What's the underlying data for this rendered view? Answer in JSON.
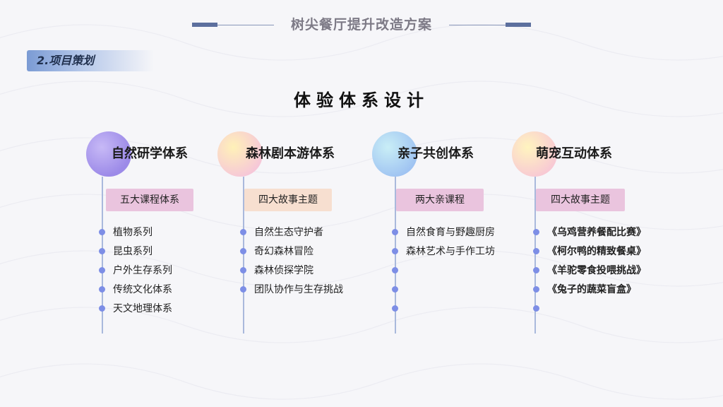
{
  "header": {
    "title": "树尖餐厅提升改造方案"
  },
  "section": {
    "label": "2.项目策划"
  },
  "main_title": "体验体系设计",
  "columns": [
    {
      "title": "自然研学体系",
      "tag": "五大课程体系",
      "items": [
        "植物系列",
        "昆虫系列",
        "户外生存系列",
        "传统文化体系",
        "天文地理体系"
      ]
    },
    {
      "title": "森林剧本游体系",
      "tag": "四大故事主题",
      "items": [
        "自然生态守护者",
        "奇幻森林冒险",
        "森林侦探学院",
        "团队协作与生存挑战"
      ]
    },
    {
      "title": "亲子共创体系",
      "tag": "两大亲课程",
      "items": [
        "自然食育与野趣厨房",
        "森林艺术与手作工坊",
        "",
        "",
        ""
      ]
    },
    {
      "title": "萌宠互动体系",
      "tag": "四大故事主题",
      "items": [
        "《乌鸡营养餐配比赛》",
        "《柯尔鸭的精致餐桌》",
        "《羊驼零食投喂挑战》",
        "《兔子的蔬菜盲盒》",
        ""
      ]
    }
  ],
  "colors": {
    "dot": "#7d8ee6",
    "line": "#a9b9dc",
    "tag_pink": "#eac4de",
    "tag_peach": "#f7dfd0"
  }
}
